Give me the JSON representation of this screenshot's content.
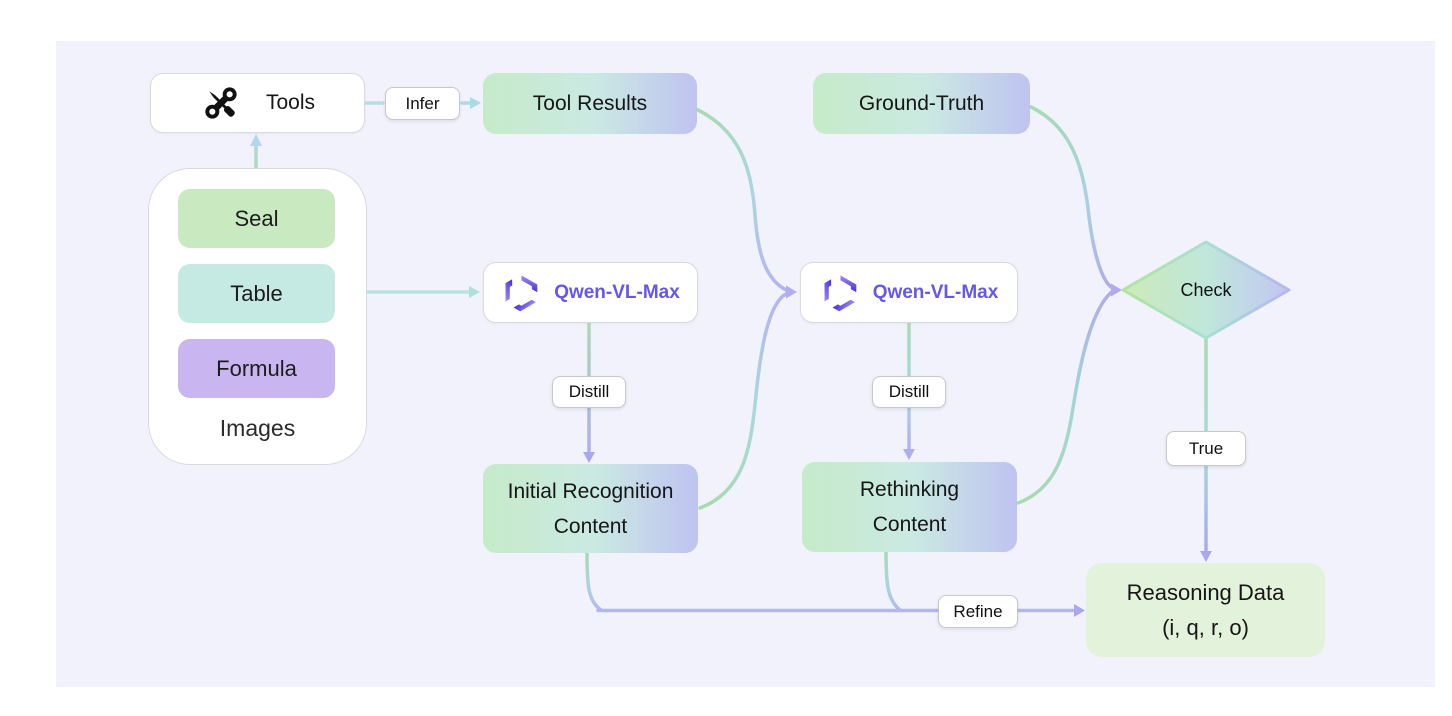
{
  "diagram": {
    "nodes": {
      "tools": {
        "label": "Tools",
        "icon": "wrench-screwdriver-icon"
      },
      "tool_results": {
        "label": "Tool Results"
      },
      "ground_truth": {
        "label": "Ground-Truth"
      },
      "images_group": {
        "label": "Images",
        "items": [
          {
            "label": "Seal",
            "color": "#c9e9c0"
          },
          {
            "label": "Table",
            "color": "#c4eae3"
          },
          {
            "label": "Formula",
            "color": "#c9b6f1"
          }
        ]
      },
      "qwen_primary": {
        "label": "Qwen-VL-Max",
        "icon": "qwen-logo"
      },
      "qwen_rethink": {
        "label": "Qwen-VL-Max",
        "icon": "qwen-logo"
      },
      "initial_recognition": {
        "line1": "Initial Recognition",
        "line2": "Content"
      },
      "rethinking": {
        "line1": "Rethinking",
        "line2": "Content"
      },
      "check": {
        "label": "Check"
      },
      "reasoning_data": {
        "line1": "Reasoning Data",
        "line2": "(i, q, r, o)"
      }
    },
    "edge_labels": {
      "infer": "Infer",
      "distill_primary": "Distill",
      "distill_rethink": "Distill",
      "true_branch": "True",
      "refine": "Refine"
    },
    "edges": [
      {
        "from": "Images",
        "to": "Tools",
        "label": ""
      },
      {
        "from": "Tools",
        "to": "Tool Results",
        "label": "Infer"
      },
      {
        "from": "Images",
        "to": "Qwen-VL-Max (primary)",
        "label": ""
      },
      {
        "from": "Tool Results",
        "to": "Qwen-VL-Max (rethink)",
        "label": ""
      },
      {
        "from": "Qwen-VL-Max (primary)",
        "to": "Initial Recognition Content",
        "label": "Distill"
      },
      {
        "from": "Initial Recognition Content",
        "to": "Qwen-VL-Max (rethink)",
        "label": ""
      },
      {
        "from": "Qwen-VL-Max (rethink)",
        "to": "Rethinking Content",
        "label": "Distill"
      },
      {
        "from": "Ground-Truth",
        "to": "Check",
        "label": ""
      },
      {
        "from": "Rethinking Content",
        "to": "Check",
        "label": ""
      },
      {
        "from": "Check",
        "to": "Reasoning Data (i, q, r, o)",
        "label": "True"
      },
      {
        "from": "Initial Recognition Content",
        "to": "Reasoning Data (i, q, r, o)",
        "label": "Refine"
      },
      {
        "from": "Rethinking Content",
        "to": "Reasoning Data (i, q, r, o)",
        "label": "Refine"
      }
    ],
    "colors": {
      "canvas": "#ffffff",
      "panel": "#f1f2fb",
      "node_gradient": [
        "#c6ebc9",
        "#cae9e2",
        "#bfc3f1"
      ],
      "reasoning_fill": "#e3f2da",
      "seal_fill": "#c9e9c0",
      "table_fill": "#c4eae3",
      "formula_fill": "#c9b6f1",
      "qwen_text": "#6357ee",
      "arrow_green": "#a6dbae",
      "arrow_teal": "#a8d8e0",
      "arrow_purple": "#aeadee",
      "arrow_blue": "#abdae7"
    }
  }
}
